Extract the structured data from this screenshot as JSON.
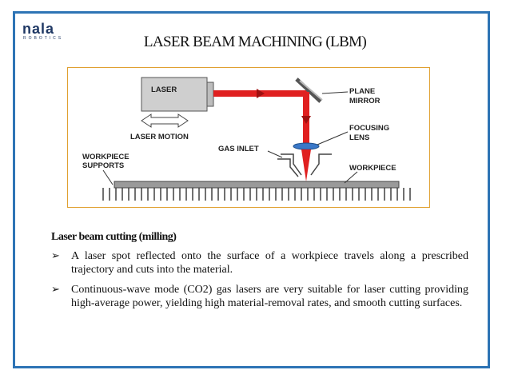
{
  "logo": {
    "word": "nala",
    "sub": "ROBOTICS"
  },
  "title": "LASER BEAM MACHINING (LBM)",
  "diagram": {
    "laser": "LASER",
    "laser_motion": "LASER MOTION",
    "plane_mirror_line1": "PLANE",
    "plane_mirror_line2": "MIRROR",
    "focusing_lens_line1": "FOCUSING",
    "focusing_lens_line2": "LENS",
    "gas_inlet": "GAS INLET",
    "workpiece_supports_line1": "WORKPIECE",
    "workpiece_supports_line2": "SUPPORTS",
    "workpiece": "WORKPIECE",
    "colors": {
      "beam": "#e02020",
      "laser_body": "#cfcfcf",
      "lens": "#3a78c8",
      "frame": "#2e74b5",
      "box_border": "#e0a030"
    }
  },
  "section_heading": "Laser beam cutting (milling)",
  "bullets": [
    "A laser spot reflected onto the surface of a workpiece travels along a prescribed trajectory and cuts into the material.",
    "Continuous-wave mode (CO2) gas lasers are very suitable for laser cutting providing high-average power,  yielding high material-removal rates, and smooth cutting surfaces."
  ]
}
